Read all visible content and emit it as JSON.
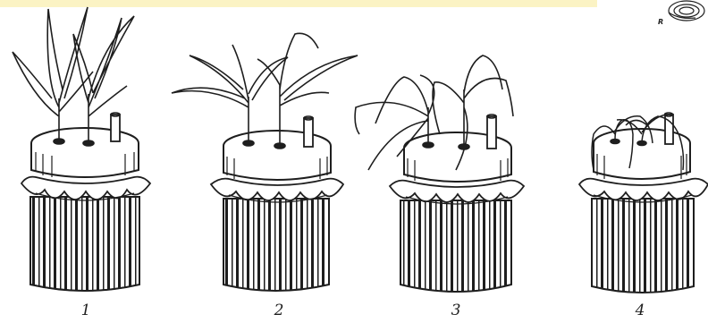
{
  "figure": {
    "labels": [
      "1",
      "2",
      "3",
      "4"
    ],
    "logo_text": "R"
  },
  "colors": {
    "ink": "#1e1e1e",
    "paper": "#ffffff",
    "top_band": "#fbf3c4"
  }
}
